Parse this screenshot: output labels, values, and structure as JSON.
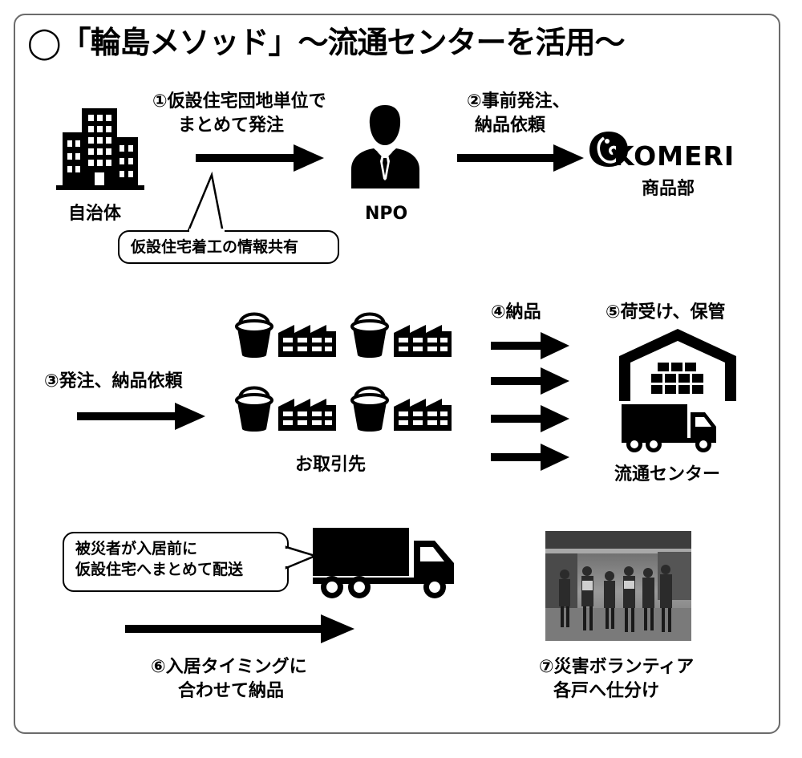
{
  "title": "◯「輪島メソッド」〜流通センターを活用〜",
  "nodes": {
    "municipality": "自治体",
    "npo": "NPO",
    "komeri_logo": "KOMERI",
    "komeri_dept": "商品部",
    "suppliers": "お取引先",
    "distribution_center": "流通センター"
  },
  "steps": {
    "step1": [
      "①仮設住宅団地単位で",
      "まとめて発注"
    ],
    "step2": [
      "②事前発注、",
      "納品依頼"
    ],
    "step3": "③発注、納品依頼",
    "step4": "④納品",
    "step5": "⑤荷受け、保管",
    "step6": [
      "⑥入居タイミングに",
      "合わせて納品"
    ],
    "step7": [
      "⑦災害ボランティア",
      "各戸へ仕分け"
    ]
  },
  "callouts": {
    "info_share": "仮設住宅着工の情報共有",
    "delivery": [
      "被災者が入居前に",
      "仮設住宅へまとめて配送"
    ]
  },
  "icons": {
    "municipality": "office-building-icon",
    "npo": "businessman-icon",
    "komeri": "peacock-logo-icon",
    "supplier": "bucket-and-factory-icon",
    "warehouse": "warehouse-icon",
    "truck": "truck-icon",
    "photo": "volunteers-photo"
  }
}
